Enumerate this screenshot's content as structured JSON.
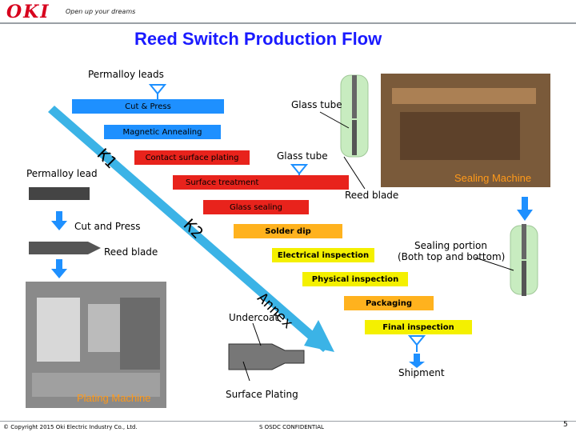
{
  "header": {
    "logo_text": "OKI",
    "tagline": "Open up your dreams",
    "title": "Reed Switch Production Flow"
  },
  "flow_steps": {
    "cut_press": "Cut & Press",
    "magnetic_annealing": "Magnetic Annealing",
    "contact_surface_plating": "Contact surface plating",
    "surface_treatment": "Surface treatment",
    "glass_sealing": "Glass sealing",
    "solder_dip": "Solder dip",
    "electrical_inspection": "Electrical inspection",
    "physical_inspection": "Physical inspection",
    "packaging": "Packaging",
    "final_inspection": "Final inspection"
  },
  "labels": {
    "permalloy_leads": "Permalloy leads",
    "glass_tube_1": "Glass tube",
    "glass_tube_2": "Glass tube",
    "k1": "K1",
    "k2": "K2",
    "annex": "Annex",
    "permalloy_lead": "Permalloy lead",
    "sealing_machine": "Sealing Machine",
    "reed_blade_1": "Reed blade",
    "cut_and_press": "Cut and Press",
    "reed_blade_2": "Reed blade",
    "sealing_portion_1": "Sealing portion",
    "sealing_portion_2": "(Both top and bottom)",
    "undercoat": "Undercoat",
    "shipment": "Shipment",
    "plating_machine": "Plating Machine",
    "surface_plating": "Surface Plating"
  },
  "footer": {
    "copyright": "© Copyright 2015 Oki Electric Industry Co., Ltd.",
    "confidential": "S OSDC CONFIDENTIAL",
    "page_number": "5"
  },
  "colors": {
    "title_blue": "#1a1aff",
    "blue_step": "#1e90ff",
    "orange_step": "#ffb21e",
    "red_step": "#e8231c",
    "yellow_step": "#f4f000",
    "logo_red": "#d7001d"
  }
}
